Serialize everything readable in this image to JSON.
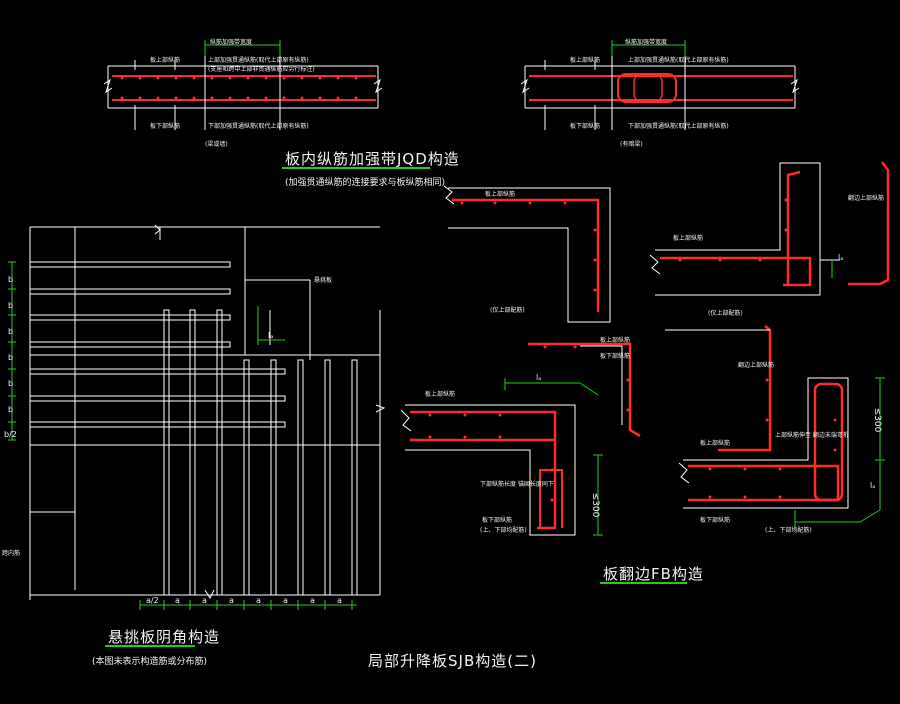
{
  "titles": {
    "jqd_title": "板内纵筋加强带JQD构造",
    "jqd_note": "(加强贯通纵筋的连接要求与板纵筋相同)",
    "xt_title": "悬挑板阴角构造",
    "xt_note": "(本图未表示构造筋或分布筋)",
    "sjb_title": "局部升降板SJB构造(二)",
    "fb_title": "板翻边FB构造"
  },
  "labels": {
    "jqd_width": "纵筋加强带宽度",
    "jqd_left_note": "(梁或墙)",
    "jqd_right_note": "(有暗梁)",
    "top_bar": "板上部纵筋",
    "top_strip_bar": "上部加强贯通纵筋(取代上部原有纵筋)",
    "top_strip_bar2": "上部加强贯通纵筋(取代上部原有纵筋)",
    "top_strip_note": "(支座和跨中上部非贯通纵筋应另行标注)",
    "bot_bar": "板下部纵筋",
    "bot_strip_bar": "下部加强贯通纵筋(取代上部原有纵筋)",
    "bot_strip_bar2": "下部加强贯通纵筋(取代上部原有纵筋)",
    "xt_bar": "悬挑板",
    "dim_b": "b",
    "dim_b2": "b/2",
    "dim_a": "a",
    "dim_a2": "a/2",
    "dim_lb": "lₐ",
    "xt_side": "跨内筋",
    "fb_top1": "板上部纵筋",
    "fb_note1": "(仅上部配筋)",
    "fb_top2": "板上部纵筋",
    "fb_side2": "翻边上部纵筋",
    "fb_note2": "(仅上部配筋)",
    "fb_top3": "板上部纵筋",
    "fb_bot3": "板下部纵筋",
    "fb_mid3": "翻边上部纵筋",
    "fb_top4": "板上部纵筋",
    "fb_bot4": "板下部纵筋",
    "fb_note4": "(上、下部均配筋)",
    "fb_rebar4": "下部纵筋长度\n锚固长度同下",
    "fb_top5": "板上部纵筋",
    "fb_bot5": "板下部纵筋",
    "fb_mid5": "上部纵筋伸至\n翻边末端弯折",
    "fb_note5": "(上、下部均配筋)",
    "fb_dim": "≤300",
    "fb_la": "lₐ"
  },
  "colors": {
    "background": "#000000",
    "line": "#ffffff",
    "rebar": "#ff2a2a",
    "dim": "#19d219",
    "text": "#f2f2f2"
  }
}
